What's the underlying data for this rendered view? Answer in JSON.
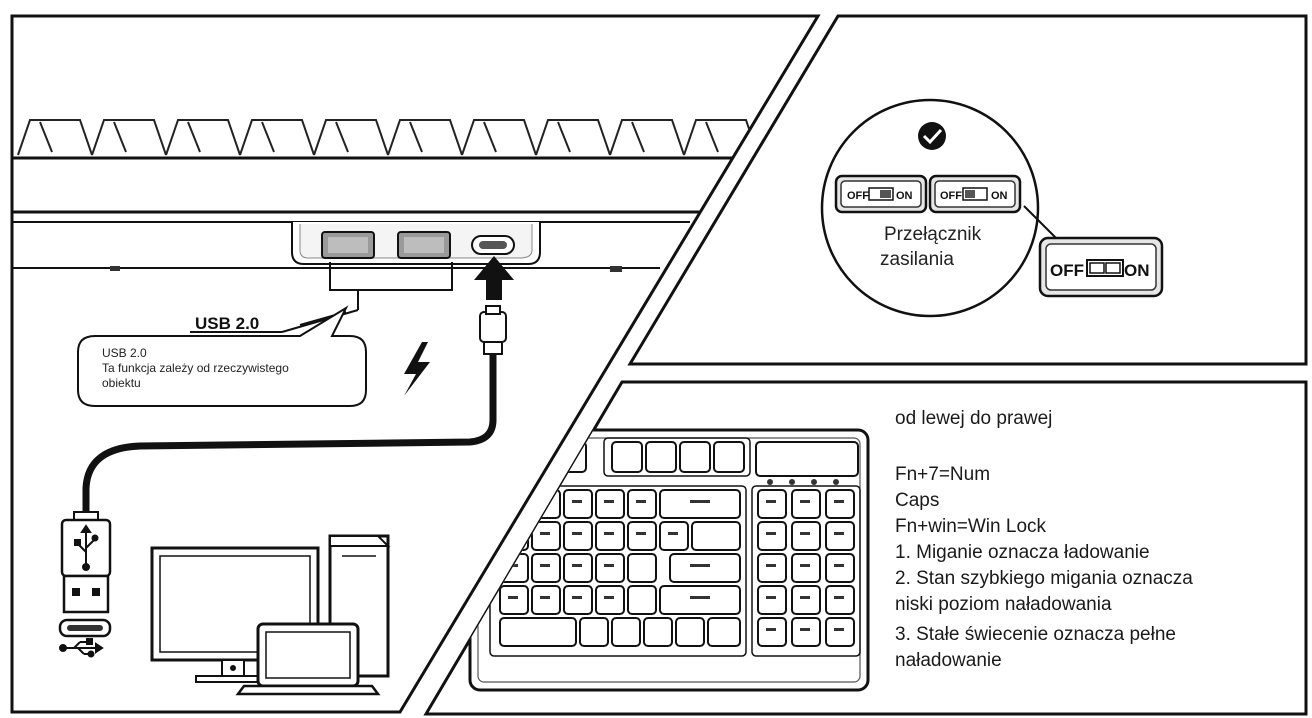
{
  "usb_callout": {
    "title": "USB 2.0",
    "bubble_line1": "USB 2.0",
    "bubble_line2": "Ta funkcja zależy od rzeczywistego",
    "bubble_line3": "obiektu"
  },
  "power_switch": {
    "label_line1": "Przełącznik",
    "label_line2": "zasilania",
    "switch_off": "OFF",
    "switch_on": "ON"
  },
  "indicators": {
    "intro": "od lewej do prawej",
    "items": [
      "Fn+7=Num",
      "Caps",
      "Fn+win=Win Lock",
      "1. Miganie oznacza ładowanie",
      "2. Stan szybkiego migania oznacza",
      "niski poziom naładowania",
      "3. Stałe świecenie oznacza pełne",
      "naładowanie"
    ]
  }
}
